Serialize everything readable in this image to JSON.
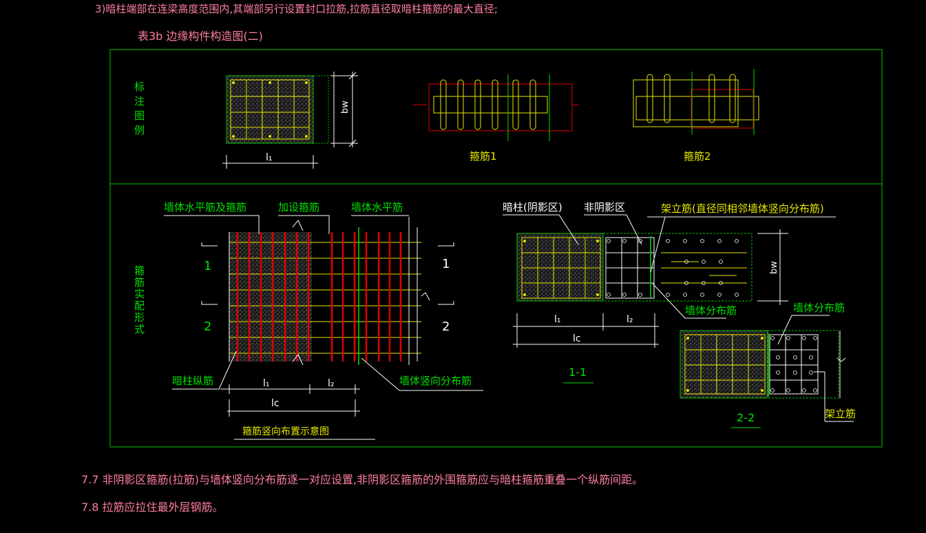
{
  "colors": {
    "background": "#000000",
    "frame": "#00c800",
    "text_pink": "#ff7f9f",
    "text_green": "#00e000",
    "text_white": "#ffffff",
    "rebar_red": "#e00000",
    "rebar_yellow": "#e8e800",
    "concrete": "#6a6a6a"
  },
  "header": {
    "note3": "3)暗柱端部在连梁高度范围内,其端部另行设置封口拉筋,拉筋直径取暗柱箍筋的最大直径;",
    "table_title": "表3b  边缘构件构造图(二)"
  },
  "legend_panel": {
    "row_label": "标注图例",
    "label_l1": "l₁",
    "label_bw": "bw",
    "stirrup1_label": "箍筋1",
    "stirrup2_label": "箍筋2"
  },
  "layout_panel": {
    "row_label": "箍筋实配形式",
    "wall_horizontal_and_stirrup": "墙体水平筋及箍筋",
    "added_stirrup": "加设箍筋",
    "wall_horizontal": "墙体水平筋",
    "column_longitudinal": "暗柱纵筋",
    "wall_vertical_distribution": "墙体竖向分布筋",
    "section_mark_1": "1",
    "section_mark_2": "2",
    "dim_l1": "l₁",
    "dim_l2": "l₂",
    "dim_lc": "lc",
    "caption": "箍筋竖向布置示意图",
    "shaded_zone": "暗柱(阴影区)",
    "non_shaded_zone": "非阴影区",
    "erection_bar": "架立筋(直径同相邻墙体竖向分布筋)",
    "wall_distribution": "墙体分布筋",
    "wall_distribution_2": "墙体分布筋",
    "erection_bar_short": "架立筋",
    "section_1_1": "1-1",
    "section_2_2": "2-2",
    "dim_bw": "bw"
  },
  "footer": {
    "note_7_7": "7.7  非阴影区箍筋(拉筋)与墙体竖向分布筋逐一对应设置,非阴影区箍筋的外围箍筋应与暗柱箍筋重叠一个纵筋间距。",
    "note_7_8": "7.8  拉筋应拉住最外层钢筋。"
  }
}
